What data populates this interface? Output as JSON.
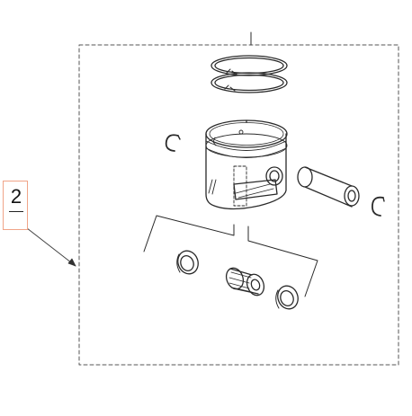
{
  "callout": {
    "number": "2",
    "border_color": "#f0a488"
  },
  "diagram": {
    "parts": [
      {
        "id": "piston-ring-upper",
        "icon": "ring-icon"
      },
      {
        "id": "piston-ring-lower",
        "icon": "ring-icon"
      },
      {
        "id": "piston",
        "icon": "piston-icon"
      },
      {
        "id": "circlip-left",
        "icon": "circlip-icon"
      },
      {
        "id": "circlip-right",
        "icon": "circlip-icon"
      },
      {
        "id": "piston-pin",
        "icon": "pin-icon"
      },
      {
        "id": "thrust-washer-left",
        "icon": "washer-icon"
      },
      {
        "id": "needle-bearing",
        "icon": "bearing-icon"
      },
      {
        "id": "thrust-washer-right",
        "icon": "washer-icon"
      }
    ],
    "line_color": "#2a2a2a",
    "frame_color": "#555555"
  }
}
